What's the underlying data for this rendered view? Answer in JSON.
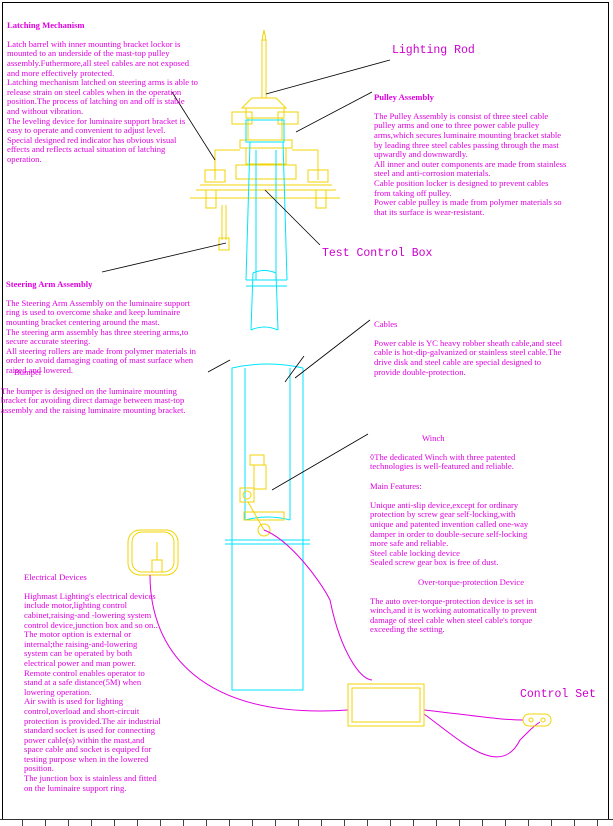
{
  "colors": {
    "text": "#e000e0",
    "outline": "#00e5ff",
    "yellow": "#f2d400",
    "frame": "#000000"
  },
  "labels": {
    "lighting_rod": "Lighting Rod",
    "test_control_box": "Test Control Box",
    "control_set": "Control Set"
  },
  "latching": {
    "title": "Latching Mechanism",
    "body": "Latch barrel with inner mounting bracket lockor is\nmounted to an underside of the mast-top pulley\nassembly.Futhermore,all steel cables are not exposed\nand more effectively protected.\nLatching mechanism latched on steering arms is able to\nrelease strain on steel cables when in the operation\nposition.The process of latching on and off is stable\nand without vibration.\nThe leveling device for luminaire support bracket is\neasy to operate and convenient to adjust level.\nSpecial designed red indicator has obvious visual\neffects and reflects actual situation of latching\noperation."
  },
  "pulley": {
    "title": "Pulley Assembly",
    "body": "The Pulley Assembly is consist of three steel cable\npulley arms and one to three power cable pulley\narms,which secures luminaire mounting bracket stable\nby leading three steel cables passing through the mast\nupwardly and downwardly.\nAll inner and outer components are made from stainless\nsteel and anti-corrosion materials.\nCable position locker is designed to prevent cables\nfrom taking off pulley.\nPower cable pulley is made from polymer materials so\nthat its surface is wear-resistant."
  },
  "steering": {
    "title": "Steering Arm Assembly",
    "body": "The Steering Arm Assembly on the luminaire support\nring is used to overcome shake and keep luminaire\nmounting bracket centering around the mast.\nThe steering arm assembly has three steering arms,to\nsecure accurate steering.\nAll steering rollers are made from polymer materials in\norder to avoid damaging coating of mast surface when\nraised and lowered."
  },
  "bumper": {
    "title": "Bumper",
    "body": "The bumper is designed on the luminaire mounting\nbracket for avoiding direct damage between mast-top\nassembly and the raising luminaire mounting bracket."
  },
  "cables": {
    "title": "Cables",
    "body": "Power cable is YC heavy robber sheath cable,and steel\ncable is hot-dip-galvanized or stainless steel cable.The\ndrive disk and steel cable are special designed to\nprovide double-protection."
  },
  "winch": {
    "title": "Winch",
    "intro": "◊The dedicated Winch with three patented\ntechnologies is well-featured and reliable.",
    "features_title": "Main Features:",
    "features": "Unique anti-slip device,except for ordinary\nprotection by screw gear self-locking,with\nunique and patented invention called one-way\ndamper in order to double-secure self-locking\nmore safe and reliable.\nSteel cable locking device\nSealed screw gear box is free of dust.",
    "otp_title": "Over-torque-protection Device",
    "otp_body": "The auto over-torque-protection device is set in\nwinch,and it is working automatically to prevent\ndamage of steel cable when steel cable's torque\nexceeding the setting."
  },
  "electrical": {
    "title": "Electrical Devices",
    "body": "Highmast Lighting's electrical devices\ninclude motor,lighting control\ncabinet,raising-and -lowering system\ncontrol device,junction box and so on..\nThe motor option is external or\ninternal;the raising-and-lowering\nsystem can be operated by both\nelectrical power and man power.\nRemote control enables operator to\nstand at a safe distance(5M) when\nlowering operation.\nAir swith is used for lighting\ncontrol,overload and short-circuit\nprotection is provided.The air industrial\nstandard socket is used for connecting\npower cable(s) within the mast,and\nspace cable and socket is equiped for\ntesting purpose when in the lowered\nposition.\nThe junction box is stainless and fitted\non the luminaire support ring."
  }
}
